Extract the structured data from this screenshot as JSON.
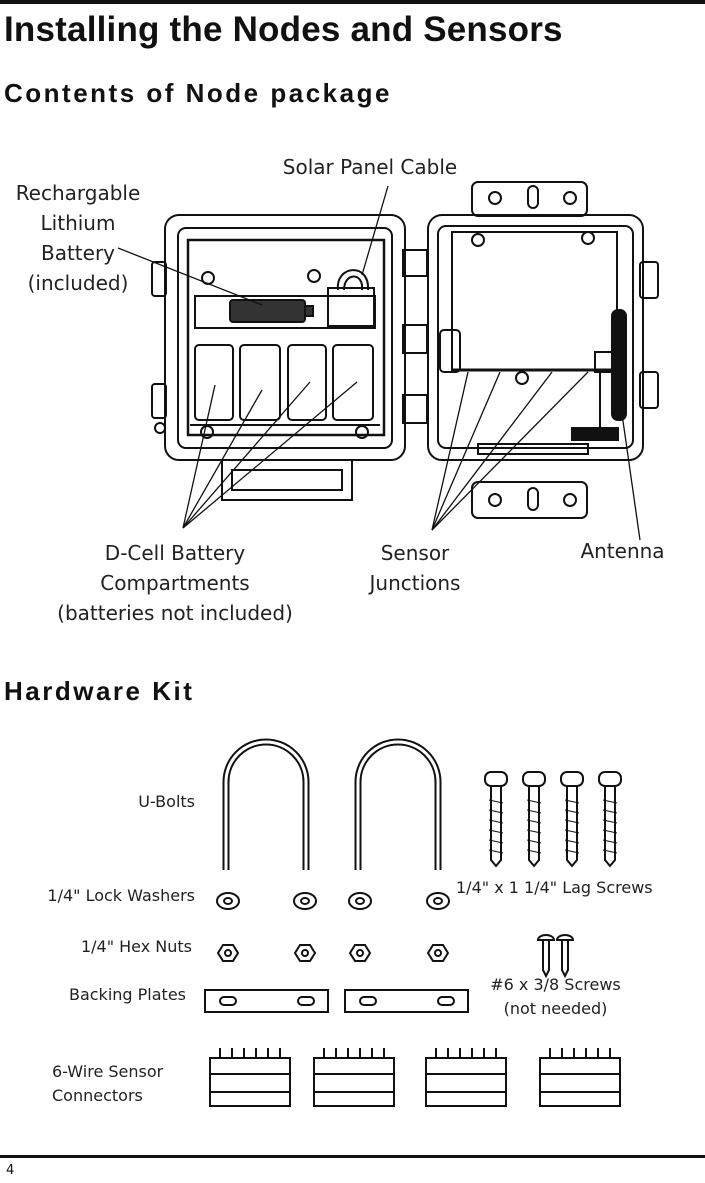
{
  "page": {
    "title": "Installing the Nodes and Sensors",
    "page_number": "4"
  },
  "contents": {
    "heading": "Contents of Node package",
    "labels": {
      "battery": "Rechargable\nLithium\nBattery\n(included)",
      "solar": "Solar Panel Cable",
      "dcell": "D-Cell Battery\nCompartments\n(batteries not included)",
      "junctions": "Sensor\nJunctions",
      "antenna": "Antenna"
    }
  },
  "hardware": {
    "heading": "Hardware Kit",
    "labels": {
      "ubolts": "U-Bolts",
      "washers": "1/4\" Lock Washers",
      "nuts": "1/4\" Hex Nuts",
      "plates": "Backing Plates",
      "connectors": "6-Wire Sensor\nConnectors",
      "lag": "1/4\" x 1 1/4\" Lag Screws",
      "screws": "#6  x 3/8 Screws\n(not needed)"
    }
  }
}
